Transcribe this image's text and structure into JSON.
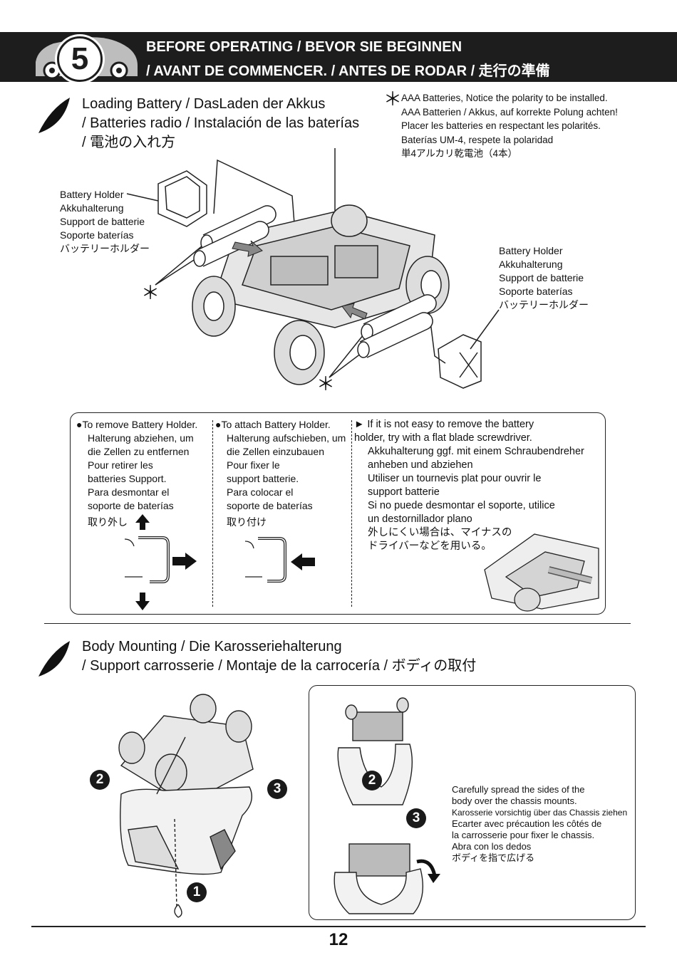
{
  "header": {
    "step_number": "5",
    "title_line1": "BEFORE OPERATING  / BEVOR SIE BEGINNEN",
    "title_line2": "/ AVANT DE COMMENCER. / ANTES DE RODAR  / 走行の準備"
  },
  "loading": {
    "title_lines": [
      "Loading Battery / DasLaden der Akkus",
      "/ Batteries radio / Instalación de las baterías",
      "/ 電池の入れ方"
    ],
    "asterisk": "＊",
    "note_lines": [
      "AAA Batteries, Notice the polarity to be installed.",
      "AAA Batterien / Akkus, auf korrekte Polung achten!",
      "Placer les batteries en respectant les polarités.",
      "Baterías UM-4, respete la polaridad",
      "単4アルカリ乾電池（4本）"
    ],
    "holder_label_left": [
      "Battery Holder",
      "Akkuhalterung",
      "Support de batterie",
      "Soporte baterías",
      "バッテリーホルダー"
    ],
    "holder_label_right": [
      "Battery Holder",
      "Akkuhalterung",
      "Support de batterie",
      "Soporte baterías",
      "バッテリーホルダー"
    ]
  },
  "holder_box": {
    "remove": {
      "lines": [
        "●To remove Battery Holder.",
        "Halterung abziehen, um",
        " die Zellen zu entfernen",
        "Pour retirer les",
        " batteries Support.",
        "Para desmontar el",
        " soporte de baterías",
        "取り外し"
      ]
    },
    "attach": {
      "lines": [
        "●To attach Battery Holder.",
        "Halterung aufschieben, um",
        " die Zellen einzubauen",
        "Pour fixer le",
        " support batterie.",
        "Para colocar el",
        " soporte de baterías",
        "取り付け"
      ]
    },
    "tip": {
      "lines": [
        "► If it is not easy to remove the battery",
        "   holder, try with a flat blade screwdriver.",
        "Akkuhalterung ggf. mit einem Schraubendreher",
        "  anheben und abziehen",
        "Utiliser un tournevis plat pour ouvrir le",
        "  support batterie",
        "Si no puede desmontar el soporte, utilice",
        "  un destornillador plano",
        "外しにくい場合は、マイナスの",
        "ドライバーなどを用いる。"
      ]
    }
  },
  "body_mount": {
    "title_lines": [
      "Body Mounting / Die Karosseriehalterung",
      "/ Support carrosserie / Montaje de la carrocería / ボディの取付"
    ],
    "badges": [
      "2",
      "3",
      "1",
      "2",
      "3"
    ],
    "note_lines": [
      "Carefully spread the sides of the",
      "  body over the chassis mounts.",
      "Karosserie vorsichtig über das Chassis ziehen",
      "Ecarter avec précaution les côtés de",
      "  la carrosserie pour fixer le chassis.",
      "Abra con los dedos",
      "ボディを指で広げる"
    ]
  },
  "footer": {
    "page_number": "12"
  }
}
